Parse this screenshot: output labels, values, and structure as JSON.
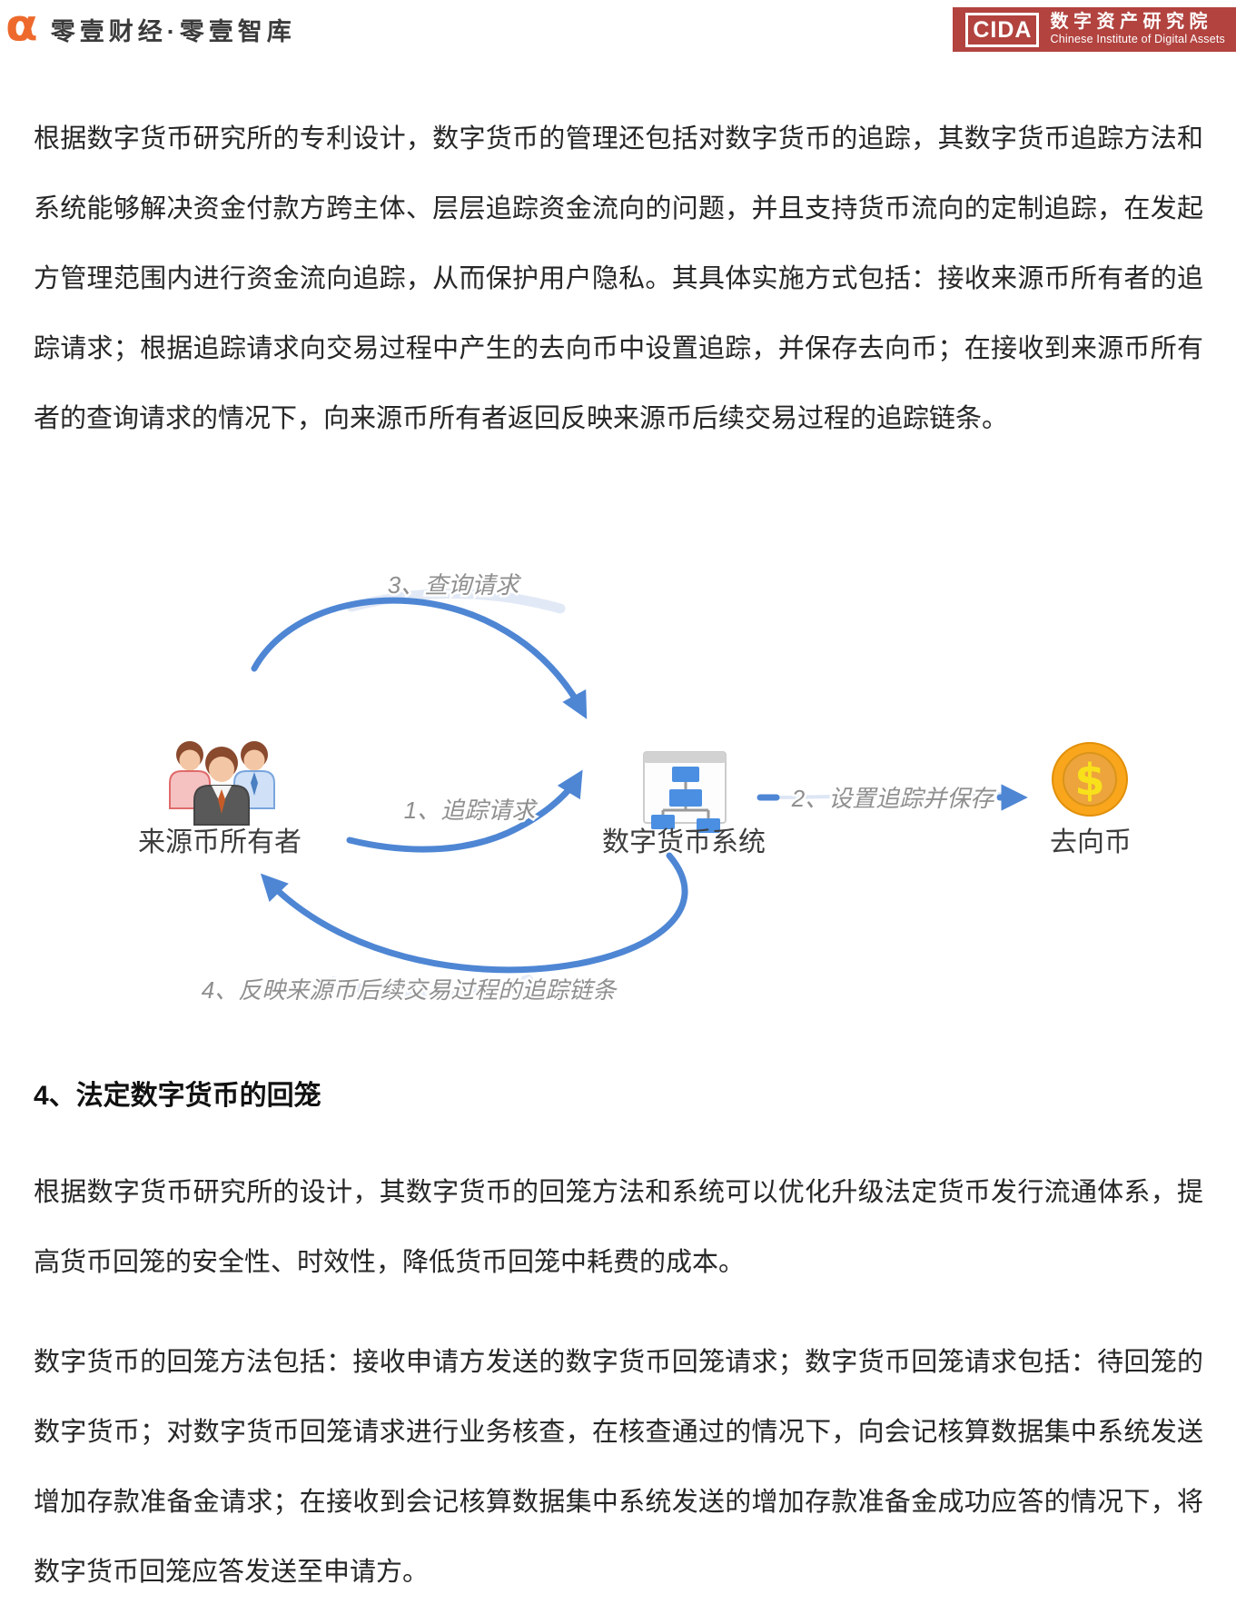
{
  "header": {
    "left_logo": {
      "symbol": "α",
      "text": "零壹财经·零壹智库",
      "brand_orange": "#ED6A2C"
    },
    "right_logo": {
      "acronym": "CIDA",
      "cn": "数字资产研究院",
      "en": "Chinese Institute of Digital Assets",
      "banner_red": "#B2433F"
    }
  },
  "content": {
    "paragraph1": "根据数字货币研究所的专利设计，数字货币的管理还包括对数字货币的追踪，其数字货币追踪方法和系统能够解决资金付款方跨主体、层层追踪资金流向的问题，并且支持货币流向的定制追踪，在发起方管理范围内进行资金流向追踪，从而保护用户隐私。其具体实施方式包括：接收来源币所有者的追踪请求；根据追踪请求向交易过程中产生的去向币中设置追踪，并保存去向币；在接收到来源币所有者的查询请求的情况下，向来源币所有者返回反映来源币后续交易过程的追踪链条。",
    "section_heading": "4、法定数字货币的回笼",
    "paragraph2": "根据数字货币研究所的设计，其数字货币的回笼方法和系统可以优化升级法定货币发行流通体系，提高货币回笼的安全性、时效性，降低货币回笼中耗费的成本。",
    "paragraph3": "数字货币的回笼方法包括：接收申请方发送的数字货币回笼请求；数字货币回笼请求包括：待回笼的数字货币；对数字货币回笼请求进行业务核查，在核查通过的情况下，向会记核算数据集中系统发送增加存款准备金请求；在接收到会记核算数据集中系统发送的增加存款准备金成功应答的情况下，将数字货币回笼应答发送至申请方。"
  },
  "diagram": {
    "arrow_color": "#4e86d4",
    "nodes": {
      "source_owner": {
        "label": "来源币所有者",
        "icon": "people-group-icon"
      },
      "currency_system": {
        "label": "数字货币系统",
        "icon": "flowchart-window-icon"
      },
      "destination_coin": {
        "label": "去向币",
        "icon": "dollar-coin-icon",
        "coin_symbol": "$",
        "coin_orange": "#F9A61C"
      }
    },
    "edges": {
      "e1": {
        "label": "1、追踪请求"
      },
      "e2": {
        "label": "2、设置追踪并保存"
      },
      "e3": {
        "label": "3、查询请求"
      },
      "e4": {
        "label": "4、反映来源币后续交易过程的追踪链条"
      }
    }
  }
}
